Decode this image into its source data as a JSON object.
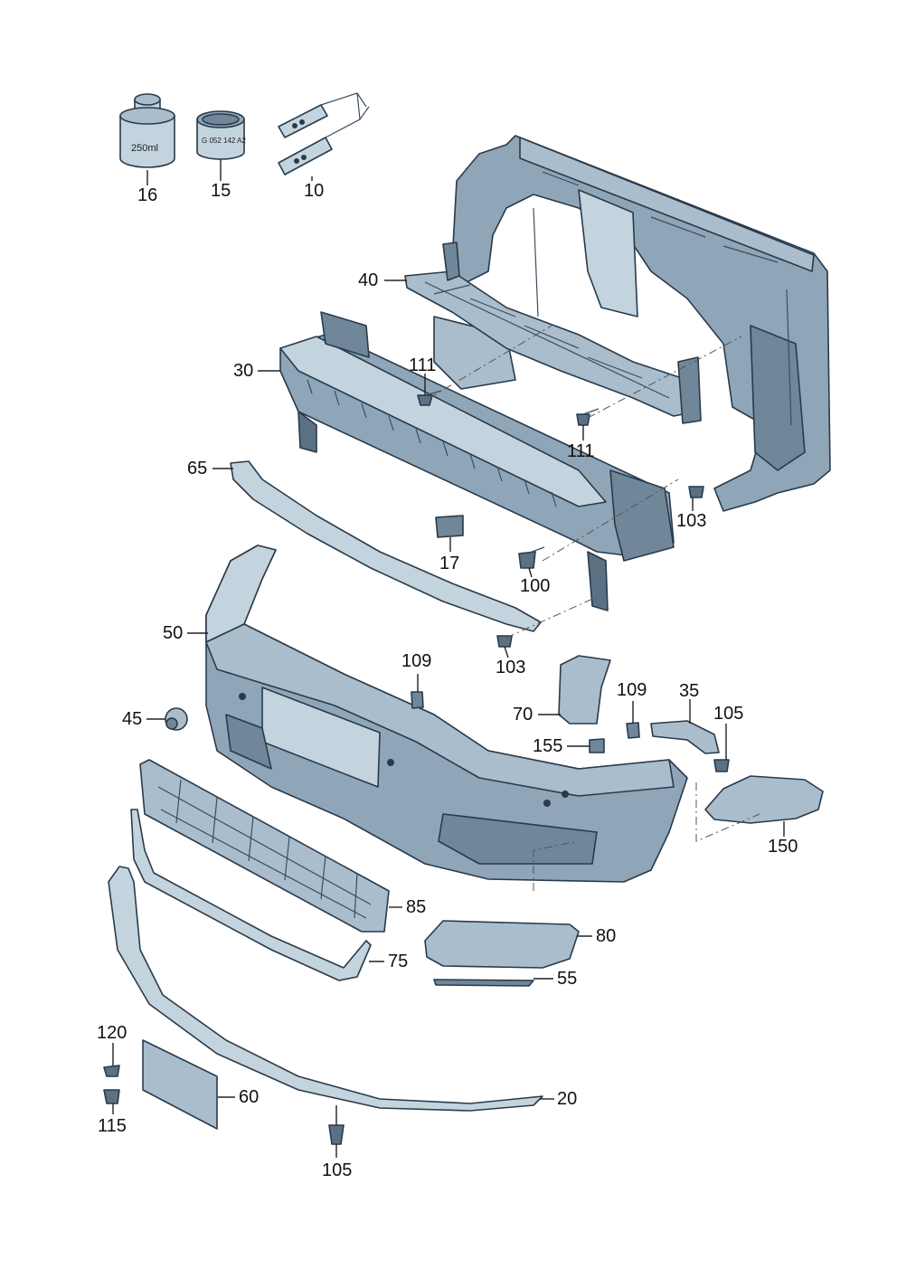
{
  "callouts": {
    "c16": "16",
    "c15": "15",
    "c10": "10",
    "c40": "40",
    "c30": "30",
    "c111a": "111",
    "c111b": "111",
    "c65": "65",
    "c103a": "103",
    "c17": "17",
    "c100": "100",
    "c50": "50",
    "c103b": "103",
    "c109a": "109",
    "c45": "45",
    "c70": "70",
    "c109b": "109",
    "c35": "35",
    "c105a": "105",
    "c155": "155",
    "c150": "150",
    "c85": "85",
    "c80": "80",
    "c75": "75",
    "c55": "55",
    "c120": "120",
    "c60": "60",
    "c20": "20",
    "c115": "115",
    "c105b": "105"
  },
  "package_text": {
    "can_volume": "250ml",
    "tin_code": "G 052 142 A2"
  },
  "colors": {
    "part_fill": "#8ea6b8",
    "part_light": "#c4d4df",
    "outline": "#2a3a4a",
    "background": "#ffffff"
  }
}
